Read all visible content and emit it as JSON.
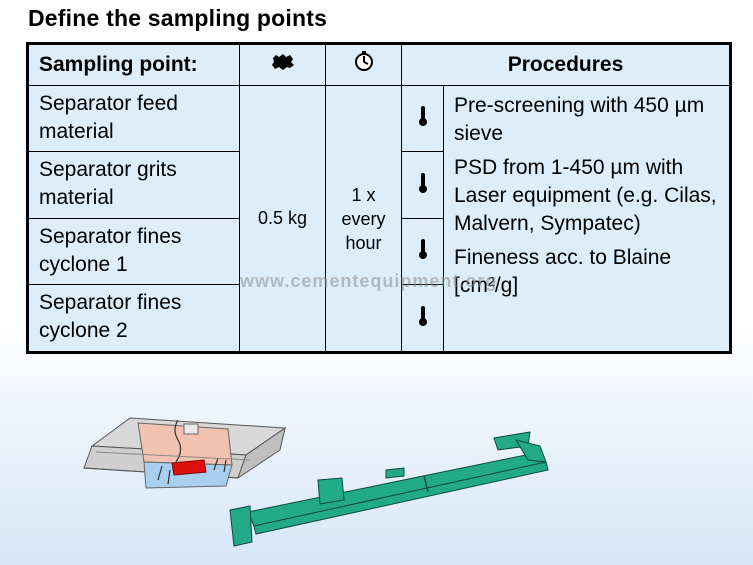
{
  "title": "Define the sampling points",
  "table": {
    "headers": {
      "sampling_point": "Sampling point:",
      "amount_icon": "weight-blob-icon",
      "frequency_icon": "clock-icon",
      "procedures": "Procedures"
    },
    "rows": [
      {
        "name": "Separator feed material"
      },
      {
        "name": "Separator grits material"
      },
      {
        "name": "Separator fines cyclone 1"
      },
      {
        "name": "Separator fines cyclone 2"
      }
    ],
    "amount": "0.5 kg",
    "frequency": [
      "1 x",
      "every",
      "hour"
    ],
    "procedure_icon": "thermometer-icon",
    "procedures": [
      "Pre-screening with 450 µm sieve",
      "PSD from 1-450 µm with Laser equipment (e.g. Cilas, Malvern, Sympatec)",
      "Fineness acc. to Blaine [cm²/g]"
    ]
  },
  "watermark": "www.cementequipment.org",
  "colors": {
    "table_bg": "#ddeefa",
    "conveyor": "#22aa88",
    "sampler_red": "#e01010",
    "sampler_body": "#f2c2b0",
    "sampler_base": "#a8cef0"
  }
}
